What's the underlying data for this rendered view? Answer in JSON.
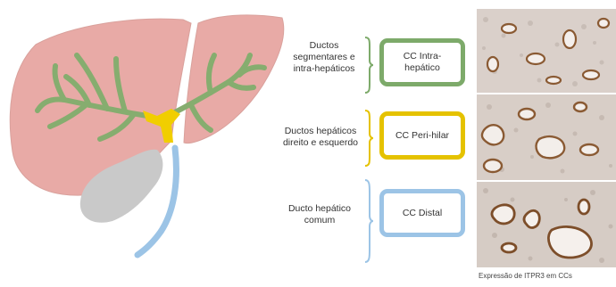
{
  "rows": [
    {
      "duct_label_lines": [
        "Ductos",
        "segmentares e",
        "intra-hepáticos"
      ],
      "box_lines": [
        "CC Intra-",
        "hepático"
      ],
      "color": "#7daa6a"
    },
    {
      "duct_label_lines": [
        "Ductos hepáticos",
        "direito e esquerdo"
      ],
      "box_lines": [
        "CC Peri-hilar"
      ],
      "color": "#e5c200"
    },
    {
      "duct_label_lines": [
        "Ducto hepático",
        "comum"
      ],
      "box_lines": [
        "CC Distal"
      ],
      "color": "#9cc4e6"
    }
  ],
  "caption": "Expressão de ITPR3 em CCs",
  "colors": {
    "liver": "#e8aaa6",
    "liver_dark": "#d59590",
    "gallbladder": "#c9c9c9",
    "tissue_bg": "#d9cfc9",
    "stain": "#8a5a33"
  }
}
